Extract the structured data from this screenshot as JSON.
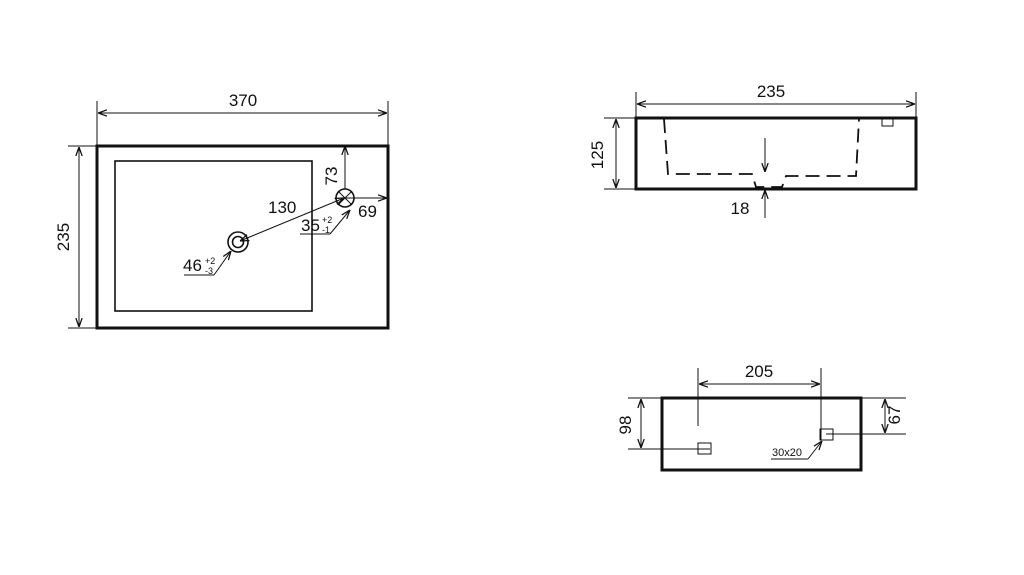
{
  "top_view": {
    "width_dim": "370",
    "height_dim": "235",
    "offset_top_dim": "73",
    "offset_right_dim": "69",
    "distance_dim": "130",
    "tap_hole_dim": "35",
    "tap_hole_tol_upper": "+2",
    "tap_hole_tol_lower": "-1",
    "drain_hole_dim": "46",
    "drain_hole_tol_upper": "+2",
    "drain_hole_tol_lower": "-3"
  },
  "front_view": {
    "width_dim": "235",
    "height_dim": "125",
    "drain_depth_dim": "18"
  },
  "side_view": {
    "mount_spacing_dim": "205",
    "height_dim": "98",
    "mount_height_dim": "67",
    "slot_size_label": "30x20"
  }
}
